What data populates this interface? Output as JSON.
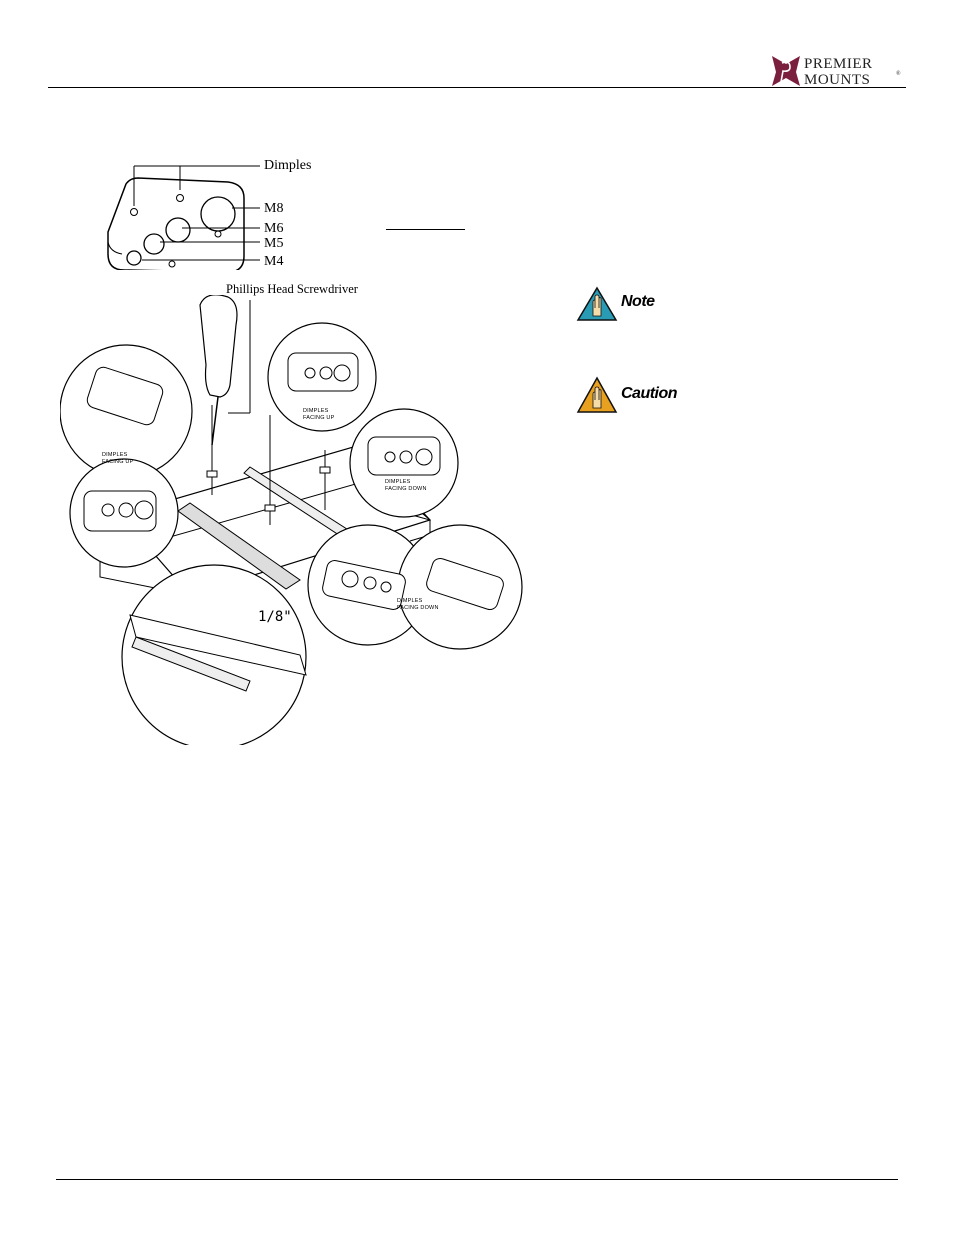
{
  "header": {
    "brand_line1": "PREMIER",
    "brand_line2": "MOUNTS",
    "brand_mark": "®"
  },
  "figure": {
    "plate_callouts": {
      "dimples": "Dimples",
      "m8": "M8",
      "m6": "M6",
      "m5": "M5",
      "m4": "M4"
    },
    "tool_label": "Phillips Head Screwdriver",
    "detail_labels": {
      "top_left": [
        "DIMPLES",
        "FACING UP"
      ],
      "top_middle": [
        "DIMPLES",
        "FACING UP"
      ],
      "right_upper": [
        "DIMPLES",
        "FACING DOWN"
      ],
      "right_lower": [
        "DIMPLES",
        "FACING DOWN"
      ]
    },
    "gap_dimension": "1/8\""
  },
  "sidebar": {
    "note_label": "Note",
    "caution_label": "Caution",
    "note_icon": "note-hand-icon",
    "caution_icon": "caution-hand-icon",
    "note_color": "#2a9bb5",
    "caution_color": "#e8a020"
  },
  "brand_color": "#7a1f3d"
}
